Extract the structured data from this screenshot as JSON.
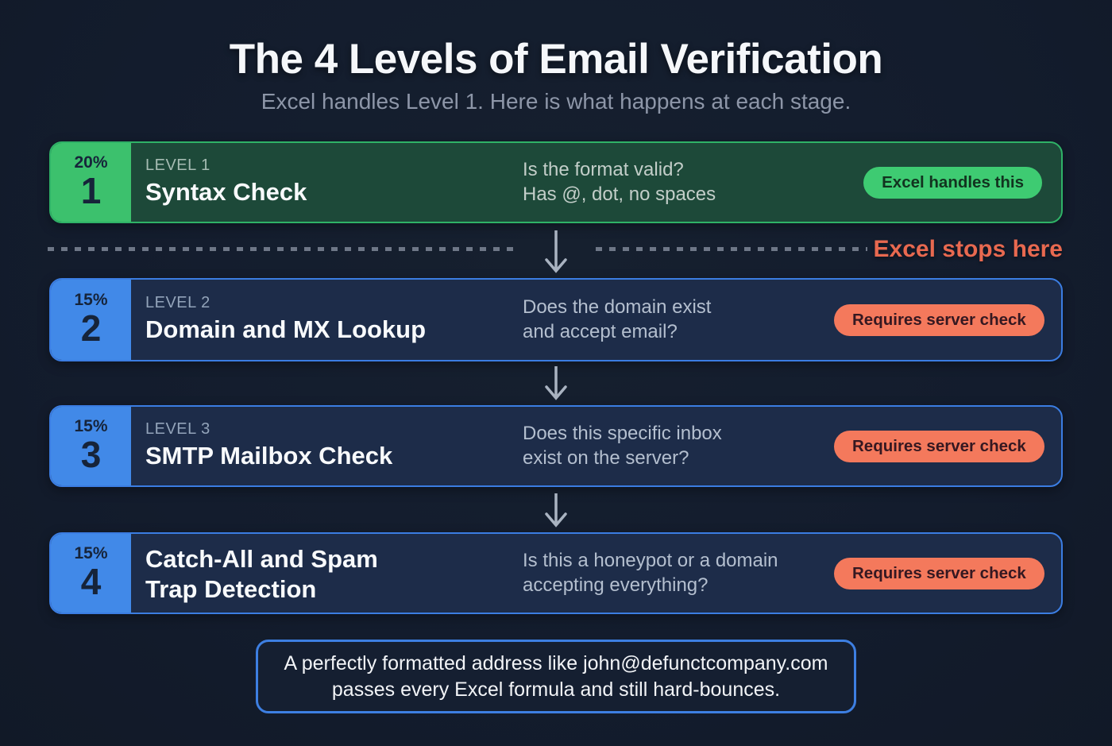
{
  "page": {
    "title": "The 4 Levels of Email Verification",
    "subtitle": "Excel handles Level 1. Here is what happens at each stage."
  },
  "divider": {
    "label": "Excel stops here"
  },
  "levels": [
    {
      "percent": "20%",
      "number": "1",
      "eyebrow": "LEVEL 1",
      "title_line1": "Syntax Check",
      "title_line2": "",
      "desc_line1": "Is the format valid?",
      "desc_line2": "Has @, dot, no spaces",
      "pill": "Excel handles this",
      "theme": "green"
    },
    {
      "percent": "15%",
      "number": "2",
      "eyebrow": "LEVEL 2",
      "title_line1": "Domain and MX Lookup",
      "title_line2": "",
      "desc_line1": "Does the domain exist",
      "desc_line2": "and accept email?",
      "pill": "Requires server check",
      "theme": "blue"
    },
    {
      "percent": "15%",
      "number": "3",
      "eyebrow": "LEVEL 3",
      "title_line1": "SMTP Mailbox Check",
      "title_line2": "",
      "desc_line1": "Does this specific inbox",
      "desc_line2": "exist on the server?",
      "pill": "Requires server check",
      "theme": "blue"
    },
    {
      "percent": "15%",
      "number": "4",
      "eyebrow": "",
      "title_line1": "Catch-All and Spam",
      "title_line2": "Trap Detection",
      "desc_line1": "Is this a honeypot or a domain",
      "desc_line2": "accepting everything?",
      "pill": "Requires server check",
      "theme": "blue"
    }
  ],
  "note": {
    "line1": "A perfectly formatted address like john@defunctcompany.com",
    "line2": "passes every Excel formula and still hard-bounces."
  },
  "colors": {
    "background": "#141d2f",
    "green_accent": "#3cc16d",
    "green_card_bg": "#1d4939",
    "green_border": "#2fb267",
    "blue_accent": "#4189e8",
    "blue_card_bg": "#1d2c49",
    "blue_border": "#3b7de2",
    "orange_pill": "#f4795c",
    "stops_label": "#e86950",
    "title_text": "#f5f7fa",
    "subtitle_text": "#8d96a8",
    "desc_text": "#b4bfcf",
    "dash_color": "#6e7787",
    "arrow_color": "#a9b3c1"
  }
}
